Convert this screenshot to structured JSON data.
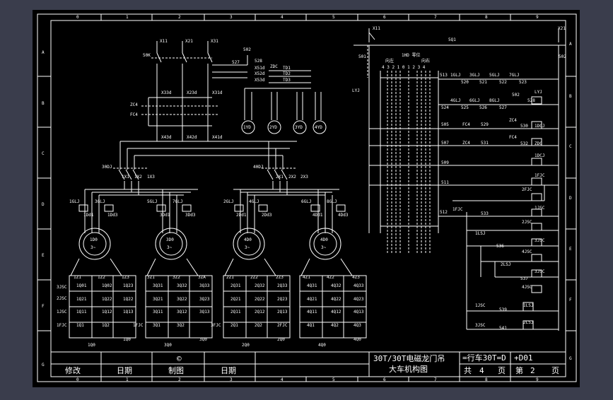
{
  "border": {
    "cols_top": [
      "0",
      "1",
      "2",
      "3",
      "4",
      "5",
      "6",
      "7",
      "8",
      "9"
    ],
    "cols_bottom": [
      "0",
      "1",
      "2",
      "3",
      "4",
      "5",
      "6",
      "7",
      "8",
      "9"
    ],
    "rows_left": [
      "A",
      "B",
      "C",
      "D",
      "E",
      "F",
      "G"
    ],
    "rows_right": [
      "A",
      "B",
      "C",
      "D",
      "E",
      "F",
      "G"
    ]
  },
  "title_block": {
    "copyright": "©",
    "modify": "修改",
    "date1": "日期",
    "drawn": "制图",
    "date2": "日期",
    "title_line1": "30T/30T电磁龙门吊",
    "title_line2": "大车机构图",
    "code": "=行车30T=D",
    "sheet_code": "+D01",
    "total_prefix": "共",
    "total": "4",
    "total_suffix": "页",
    "page_prefix": "第",
    "page": "2",
    "page_suffix": "页"
  },
  "labels": {
    "x11": "X11",
    "x21": "X21",
    "x31": "X31",
    "x11r": "X11",
    "x21r": "X21",
    "sq1": "5Q1",
    "s01": "501",
    "s02": "502",
    "lyj": "LYJ",
    "s0k": "50K",
    "s02b": "502",
    "s27": "527",
    "s28": "528",
    "x51d": "X51d",
    "x52d": "X52d",
    "x53d": "X53d",
    "zdc": "ZDC",
    "td1": "TD1",
    "td2": "TD2",
    "td3": "TD3",
    "x33d": "X33d",
    "x23d": "X23d",
    "x31d": "X31d",
    "zc4": "ZC4",
    "fc4": "FC4",
    "x43d": "X43d",
    "x42d": "X42d",
    "x41d": "X41d",
    "m1yd": "1YD",
    "m2yd": "2YD",
    "m3yd": "3YD",
    "m4yd": "4YD",
    "k30": "30DJ",
    "k40": "40DJ",
    "a1x1": "1X1",
    "a1x2": "1X2",
    "a1x3": "1X3",
    "a2x1": "2X1",
    "a2x2": "2X2",
    "a2x3": "2X3",
    "r1": "1GLJ",
    "r2": "3GLJ",
    "r3": "5GLJ",
    "r4": "7GLJ",
    "r5": "2GLJ",
    "r6": "4GLJ",
    "r7": "6GLJ",
    "r8": "8GLJ",
    "d1": "1Dd1",
    "d2": "1Dd3",
    "d3": "3Dd1",
    "d4": "3Dd3",
    "d5": "2Dd1",
    "d6": "2Dd3",
    "d7": "4Dd1",
    "d8": "4Dd3",
    "m1": "1D0",
    "m2": "3D0",
    "m3": "4D0",
    "m4": "4D0",
    "phase": "3~",
    "s1": "1Z1",
    "s2": "1Z2",
    "s3": "1Z3",
    "s4": "3Z1",
    "s5": "3Z2",
    "s6": "3ZA",
    "s7": "2Z1",
    "s8": "2Z2",
    "s9": "2Z3",
    "s10": "4Z1",
    "s11": "4Z2",
    "s12": "4Z3",
    "g1": "1Q01",
    "g2": "1Q02",
    "g3": "1Q21",
    "g4": "1Q22",
    "g5": "1Q11",
    "g6": "1Q12",
    "g7": "1Q1",
    "g8": "1Q2",
    "h1": "3Q31",
    "h2": "3Q32",
    "h3": "3Q21",
    "h4": "3Q22",
    "h5": "3Q11",
    "h6": "3Q12",
    "h7": "3Q1",
    "h8": "3Q2",
    "i1": "2Q31",
    "i2": "2Q32",
    "i3": "2Q21",
    "i4": "2Q22",
    "i5": "2Q11",
    "i6": "2Q12",
    "i7": "2Q1",
    "i8": "2Q2",
    "j1": "4Q31",
    "j2": "4Q32",
    "j3": "4Q21",
    "j4": "4Q22",
    "j5": "4Q11",
    "j6": "4Q12",
    "j7": "4Q1",
    "j8": "4Q2",
    "c1": "3JSC",
    "c2": "2JSC",
    "c3": "1JSC",
    "c4": "1FJC",
    "e1": "1Q23",
    "e2": "1Q22",
    "e3": "1Q13",
    "e4": "1FJC",
    "f1": "3Q33",
    "f2": "3Q23",
    "f3": "3Q13",
    "f4": "3FJC",
    "k1": "2Q33",
    "k2": "2Q23",
    "k3": "2Q13",
    "k4": "2FJC",
    "n1": "4Q33",
    "n2": "4Q23",
    "n3": "4Q13",
    "n4": "4Q3",
    "b1": "1Q0",
    "b2": "3Q0",
    "b3": "2Q0",
    "b4": "4Q0",
    "b5": "1Q0",
    "b6": "3Q0",
    "b7": "2Q0",
    "b8": "4Q0",
    "ctl_head1": "向左",
    "ctl_head2": "1HD\n零位",
    "ctl_head3": "向右",
    "ctl_nums": "4 3 2 1  0  1 2 3 4",
    "n513": "513",
    "n520": "520",
    "n521": "521",
    "n522": "522",
    "n523": "523",
    "n524": "524",
    "n525": "525",
    "n526": "526",
    "n527": "527",
    "n528": "528",
    "n529": "529",
    "n530": "530",
    "n531": "531",
    "n532": "532",
    "n533": "533",
    "n536": "536",
    "n537": "537",
    "n539": "539",
    "n541": "541",
    "n505": "505",
    "n507": "507",
    "n509": "509",
    "n511": "511",
    "n512": "512",
    "x1glj": "1GLJ",
    "x3glj": "3GLJ",
    "x5glj": "5GLJ",
    "x7glj": "7GLJ",
    "x2glj": "4GLJ",
    "x4glj": "6GLJ",
    "x6glj": "8GLJ",
    "x8glj": "2GLJ",
    "s502": "502",
    "lyj2": "LYJ",
    "fc4b": "FC4",
    "zc4b": "ZC4",
    "zc4c": "ZC4",
    "fc4c": "FC4",
    "dc": "1DCJ",
    "zdc2": "ZDC",
    "dcj2": "1DCJ",
    "fjc1": "1FJC",
    "fjc2": "2FJC",
    "fjc3": "2FJC",
    "jsc1": "1JSC",
    "jsc2": "2JSC",
    "jsc3": "3JSC",
    "jsc4": "4JSC",
    "jsc5": "3JSC",
    "jsc6": "4JSC",
    "jsc7": "1JSC",
    "jsc8": "3JSC",
    "sj1": "1LSJ",
    "sj2": "2LSJ",
    "sj3": "1LSJ",
    "sj4": "2LSJ",
    "fjcq": "1FJC"
  }
}
